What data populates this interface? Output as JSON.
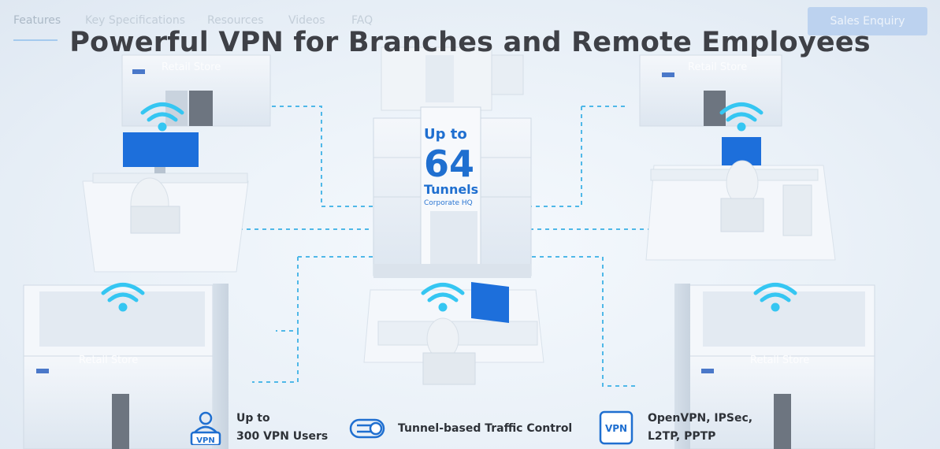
{
  "nav": {
    "tabs": [
      {
        "label": "Features",
        "active": true
      },
      {
        "label": "Key Specifications"
      },
      {
        "label": "Resources"
      },
      {
        "label": "Videos"
      },
      {
        "label": "FAQ"
      }
    ],
    "enquiry_label": "Sales Enquiry"
  },
  "headline": "Powerful VPN for Branches and Remote Employees",
  "hq": {
    "upto": "Up to",
    "number": "64",
    "unit": "Tunnels",
    "caption": "Corporate HQ"
  },
  "stores": {
    "top_left": "Retail Store",
    "top_right": "Retail Store",
    "bottom_left": "Retail Store",
    "bottom_right": "Retail Store"
  },
  "features": [
    {
      "icon": "vpn-user-icon",
      "line1": "Up to",
      "line2": "300 VPN Users",
      "icon_text": "VPN"
    },
    {
      "icon": "tunnel-icon",
      "line1": "Tunnel-based Traffic Control",
      "line2": ""
    },
    {
      "icon": "vpn-protocol-icon",
      "line1": "OpenVPN, IPSec,",
      "line2": "L2TP, PPTP",
      "icon_text": "VPN"
    }
  ],
  "colors": {
    "accent": "#1f6fd0",
    "wifi": "#35c6f2",
    "monitor": "#1d6fdb",
    "dashed_line": "#4fb8e8"
  }
}
